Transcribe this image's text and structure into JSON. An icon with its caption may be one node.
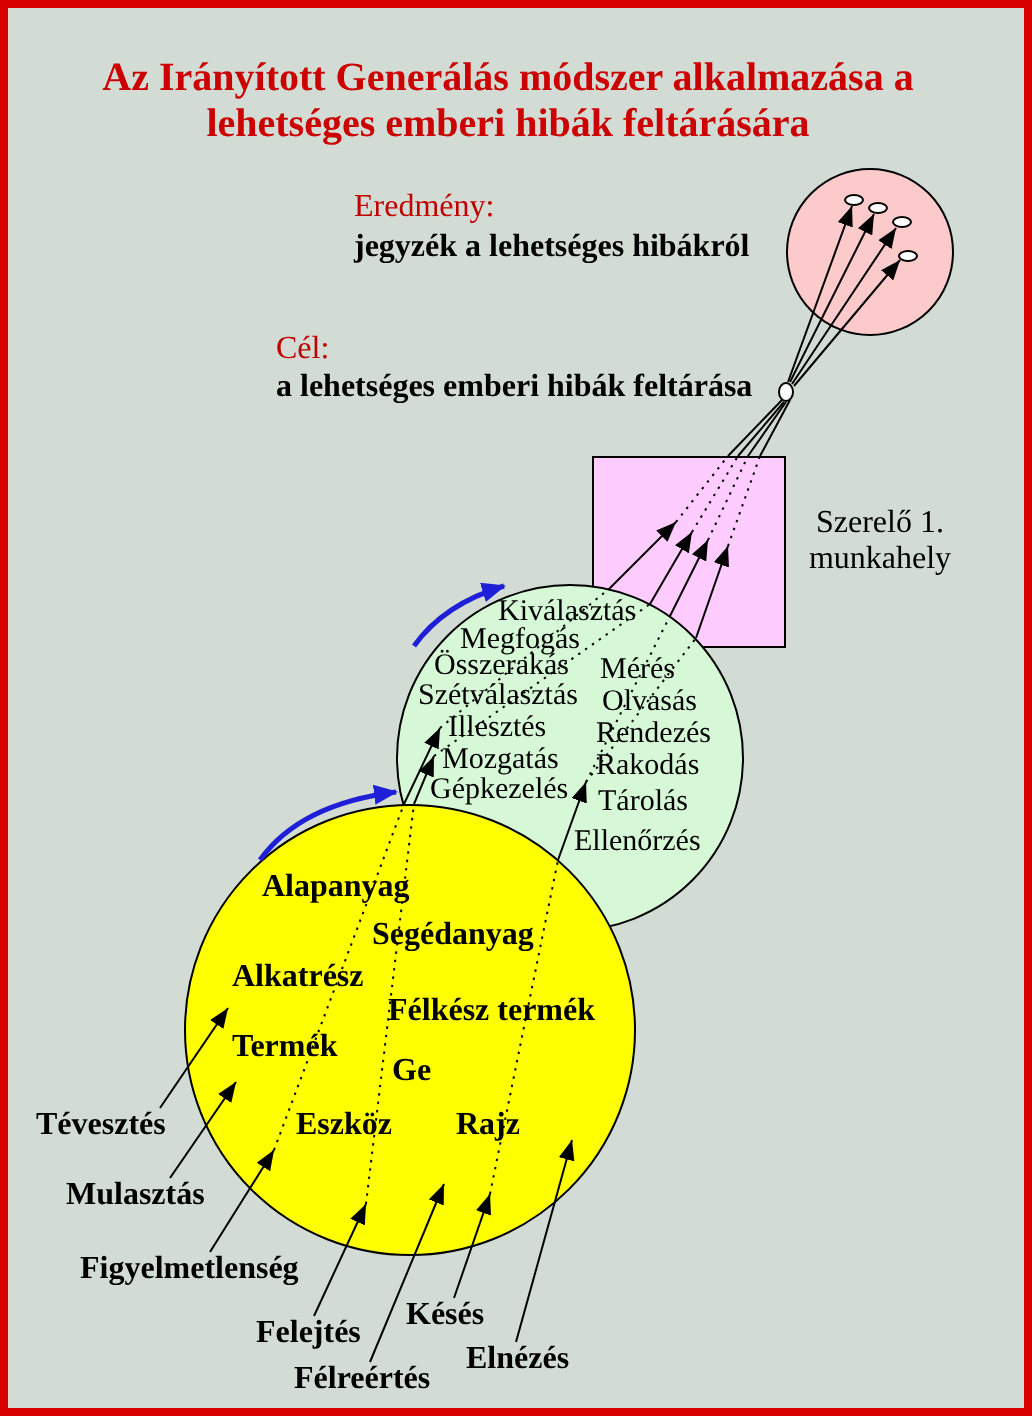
{
  "diagram": {
    "title": "Az Irányított Generálás módszer alkalmazása a lehetséges emberi hibák feltárására",
    "nodes": [
      {
        "text": [],
        "shape": "circle"
      },
      {
        "text": [],
        "shape": "ellipse",
        "in": 0
      },
      {
        "text": [],
        "shape": "ellipse",
        "in": 0
      },
      {
        "text": [],
        "shape": "ellipse",
        "in": 0
      },
      {
        "text": [],
        "shape": "ellipse",
        "in": 0
      },
      {
        "text": [],
        "shape": "ellipse"
      },
      {
        "text": [],
        "shape": "box",
        "beside": [
          "Szerelő 1. munkahely"
        ]
      },
      {
        "text": [
          "Kiválasztás",
          "Megfogás",
          "Összerakás",
          "Szétválasztás",
          "Illesztés",
          "Mozgatás",
          "Gépkezelés",
          "Mérés",
          "Olvasás",
          "Rendezés",
          "Rakodás",
          "Tárolás",
          "Ellenőrzés"
        ]
      },
      {
        "text": [
          "Alapanyag",
          "Segédanyag",
          "Alkatrész",
          "Félkész termék",
          "Termék",
          "Ge",
          "Eszköz",
          "Rajz"
        ]
      },
      {
        "text": [
          "Tévesztés"
        ]
      },
      {
        "text": [
          "Mulasztás"
        ]
      },
      {
        "text": [
          "Figyelmetlenség"
        ]
      },
      {
        "text": [
          "Felejtés"
        ]
      },
      {
        "text": [
          "Félreértés"
        ]
      },
      {
        "text": [
          "Késés"
        ]
      },
      {
        "text": [
          "Elnézés"
        ]
      }
    ],
    "edges": [
      {
        "from": 9,
        "to": 8,
        "arrow": "to"
      },
      {
        "from": 10,
        "to": 8,
        "arrow": "to"
      },
      {
        "from": 11,
        "to": 8,
        "arrow": "to"
      },
      {
        "from": 12,
        "to": 8,
        "arrow": "to"
      },
      {
        "from": 13,
        "to": 8,
        "arrow": "to"
      },
      {
        "from": 14,
        "to": 8,
        "arrow": "to"
      },
      {
        "from": 15,
        "to": 8,
        "arrow": "to"
      },
      {
        "from": 8,
        "to": 7,
        "arrow": "to"
      },
      {
        "from": 8,
        "to": 7,
        "arrow": "to"
      },
      {
        "from": 8,
        "to": 7,
        "arrow": "to"
      },
      {
        "from": 7,
        "to": 6,
        "arrow": "to"
      },
      {
        "from": 7,
        "to": 6,
        "arrow": "to"
      },
      {
        "from": 7,
        "to": 6,
        "arrow": "to"
      },
      {
        "from": 7,
        "to": 6,
        "arrow": "to"
      },
      {
        "from": 6,
        "to": 5,
        "arrow": "none"
      },
      {
        "from": 6,
        "to": 5,
        "arrow": "none"
      },
      {
        "from": 6,
        "to": 5,
        "arrow": "none"
      },
      {
        "from": 6,
        "to": 5,
        "arrow": "none"
      },
      {
        "from": 5,
        "to": 1,
        "arrow": "to"
      },
      {
        "from": 5,
        "to": 2,
        "arrow": "to"
      },
      {
        "from": 5,
        "to": 3,
        "arrow": "to"
      },
      {
        "from": 5,
        "to": 4,
        "arrow": "to"
      },
      {
        "from": 8,
        "to": 7,
        "arrow": "to",
        "style": "thick",
        "color": "#1f1fd8"
      }
    ],
    "labels": [
      "Eredmény:",
      "jegyzék a lehetséges hibákról",
      "Cél:",
      "a lehetséges emberi hibák feltárása"
    ]
  }
}
